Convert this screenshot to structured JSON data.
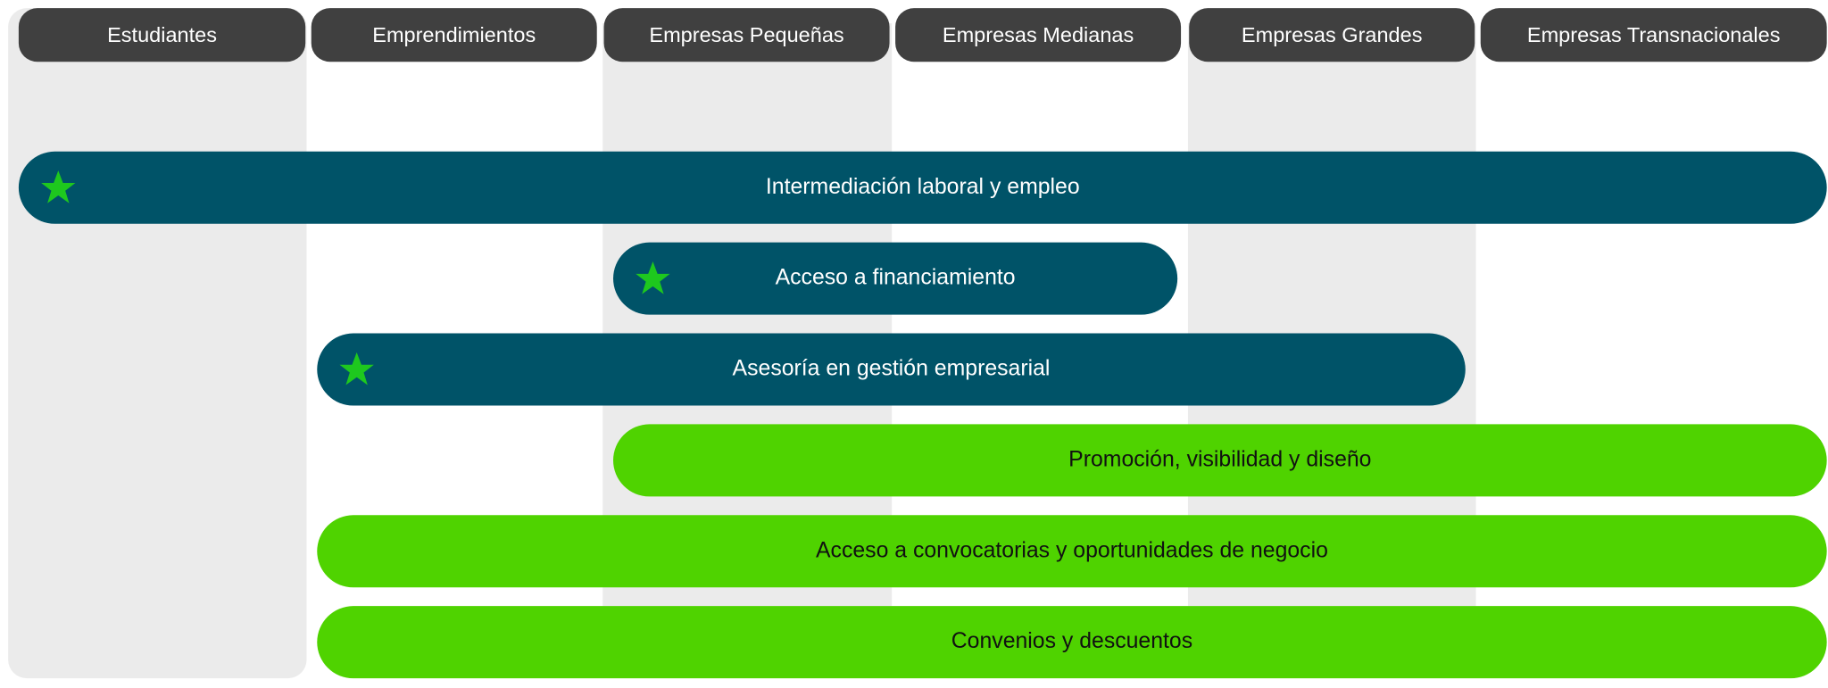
{
  "headers": [
    "Estudiantes",
    "Emprendimientos",
    "Empresas Pequeñas",
    "Empresas Medianas",
    "Empresas Grandes",
    "Empresas Transnacionales"
  ],
  "services": [
    {
      "label": "Intermediación laboral y empleo",
      "starred": true,
      "color": "#005368"
    },
    {
      "label": "Acceso a financiamiento",
      "starred": true,
      "color": "#005368"
    },
    {
      "label": "Asesoría en gestión empresarial",
      "starred": true,
      "color": "#005368"
    },
    {
      "label": "Promoción, visibilidad y diseño",
      "starred": false,
      "color": "#4fd300"
    },
    {
      "label": "Acceso a convocatorias y oportunidades de negocio",
      "starred": false,
      "color": "#4fd300"
    },
    {
      "label": "Convenios y descuentos",
      "starred": false,
      "color": "#4fd300"
    }
  ],
  "colors": {
    "header": "#404040",
    "column_shade": "#ebebeb",
    "star": "#1ec81e"
  }
}
